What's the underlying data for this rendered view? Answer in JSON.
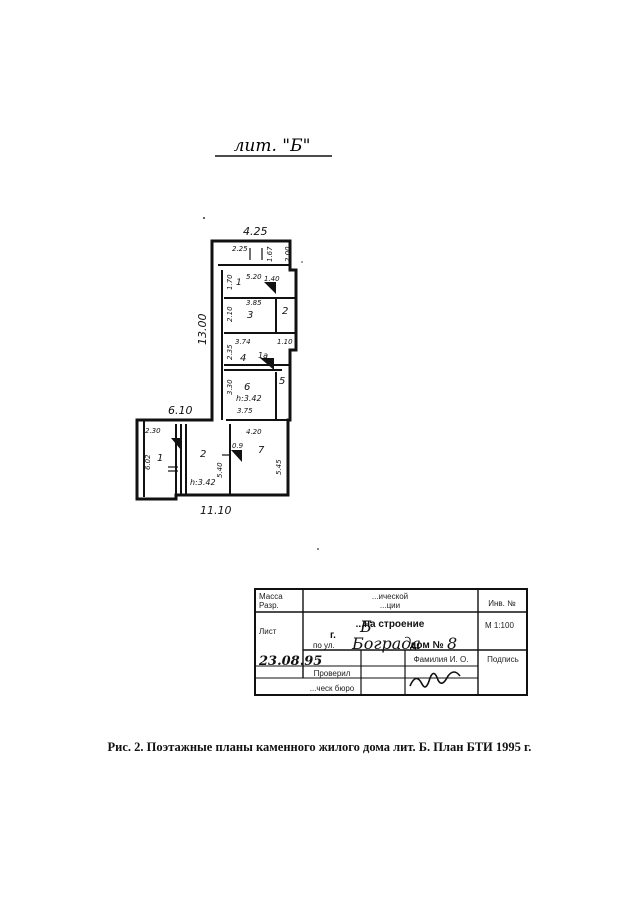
{
  "page": {
    "heading": "лит. \"Б\"",
    "caption": "Рис. 2. Поэтажные планы каменного жилого дома лит. Б. План БТИ 1995 г."
  },
  "floor_plan": {
    "overall_dimensions": {
      "top_width": "4.25",
      "side_length": "13.00",
      "wing_width": "6.10",
      "bottom_length": "11.10"
    },
    "dimension_labels": [
      "2.25",
      "1.67",
      "2.00",
      "1.70",
      "5.20",
      "1.40",
      "3.85",
      "2.10",
      "3.74",
      "2.35",
      "1.10",
      "3.30",
      "3.75",
      "2.30",
      "6.02",
      "4.20",
      "5.45",
      "5.40",
      "0.9"
    ],
    "room_numbers": [
      "1",
      "3",
      "2",
      "4",
      "1a",
      "5",
      "6",
      "1",
      "2",
      "7"
    ],
    "heights": [
      "h:3.42",
      "h:3.42"
    ]
  },
  "stamp": {
    "top_left": [
      "Масса",
      "Разр."
    ],
    "header": [
      "...ической",
      "...ции"
    ],
    "right_header": "Инв. №",
    "sheet_label": "Лист",
    "title_line": "...на строение",
    "city_line": "г.",
    "litera": "Б",
    "street_prefix": "по ул.",
    "street": "Бограда",
    "house_label": "дом №",
    "house_number": "8",
    "date": "23.08.95",
    "name_header": "Фамилия И. О.",
    "signature_header": "Подпись",
    "bureau": "...ческ бюро",
    "row_label_2": "Проверил"
  }
}
